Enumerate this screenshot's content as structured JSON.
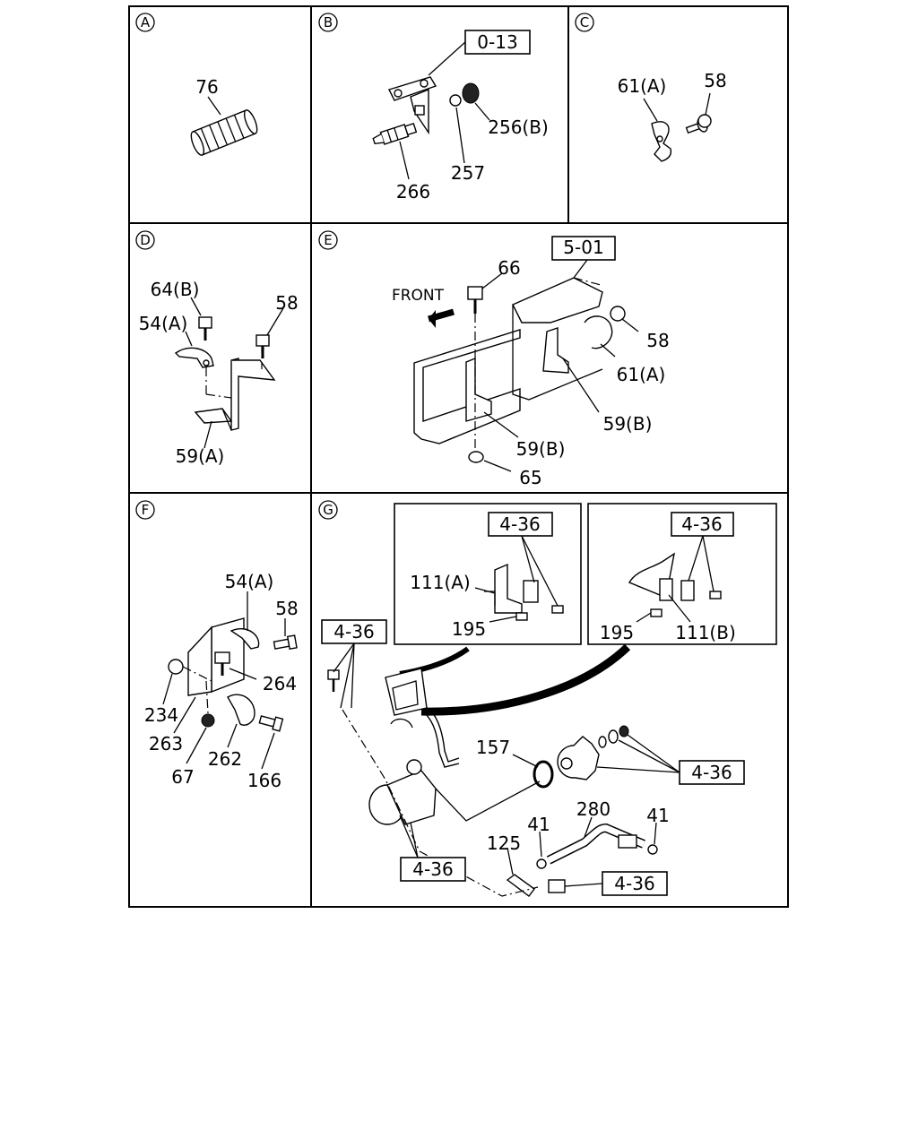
{
  "panels": {
    "A": {
      "letter": "A",
      "labels": [
        "76"
      ]
    },
    "B": {
      "letter": "B",
      "ref": "0-13",
      "labels": [
        "256(B)",
        "257",
        "266"
      ]
    },
    "C": {
      "letter": "C",
      "labels": [
        "61(A)",
        "58"
      ]
    },
    "D": {
      "letter": "D",
      "labels": [
        "64(B)",
        "54(A)",
        "58",
        "59(A)"
      ]
    },
    "E": {
      "letter": "E",
      "ref": "5-01",
      "front": "FRONT",
      "labels": [
        "66",
        "58",
        "61(A)",
        "59(B)",
        "59(B)",
        "65"
      ]
    },
    "F": {
      "letter": "F",
      "labels": [
        "54(A)",
        "58",
        "264",
        "234",
        "263",
        "262",
        "67",
        "166"
      ]
    },
    "G": {
      "letter": "G",
      "ref": "4-36",
      "labels": [
        "111(A)",
        "195",
        "195",
        "111(B)",
        "157",
        "280",
        "41",
        "125",
        "41"
      ]
    }
  }
}
